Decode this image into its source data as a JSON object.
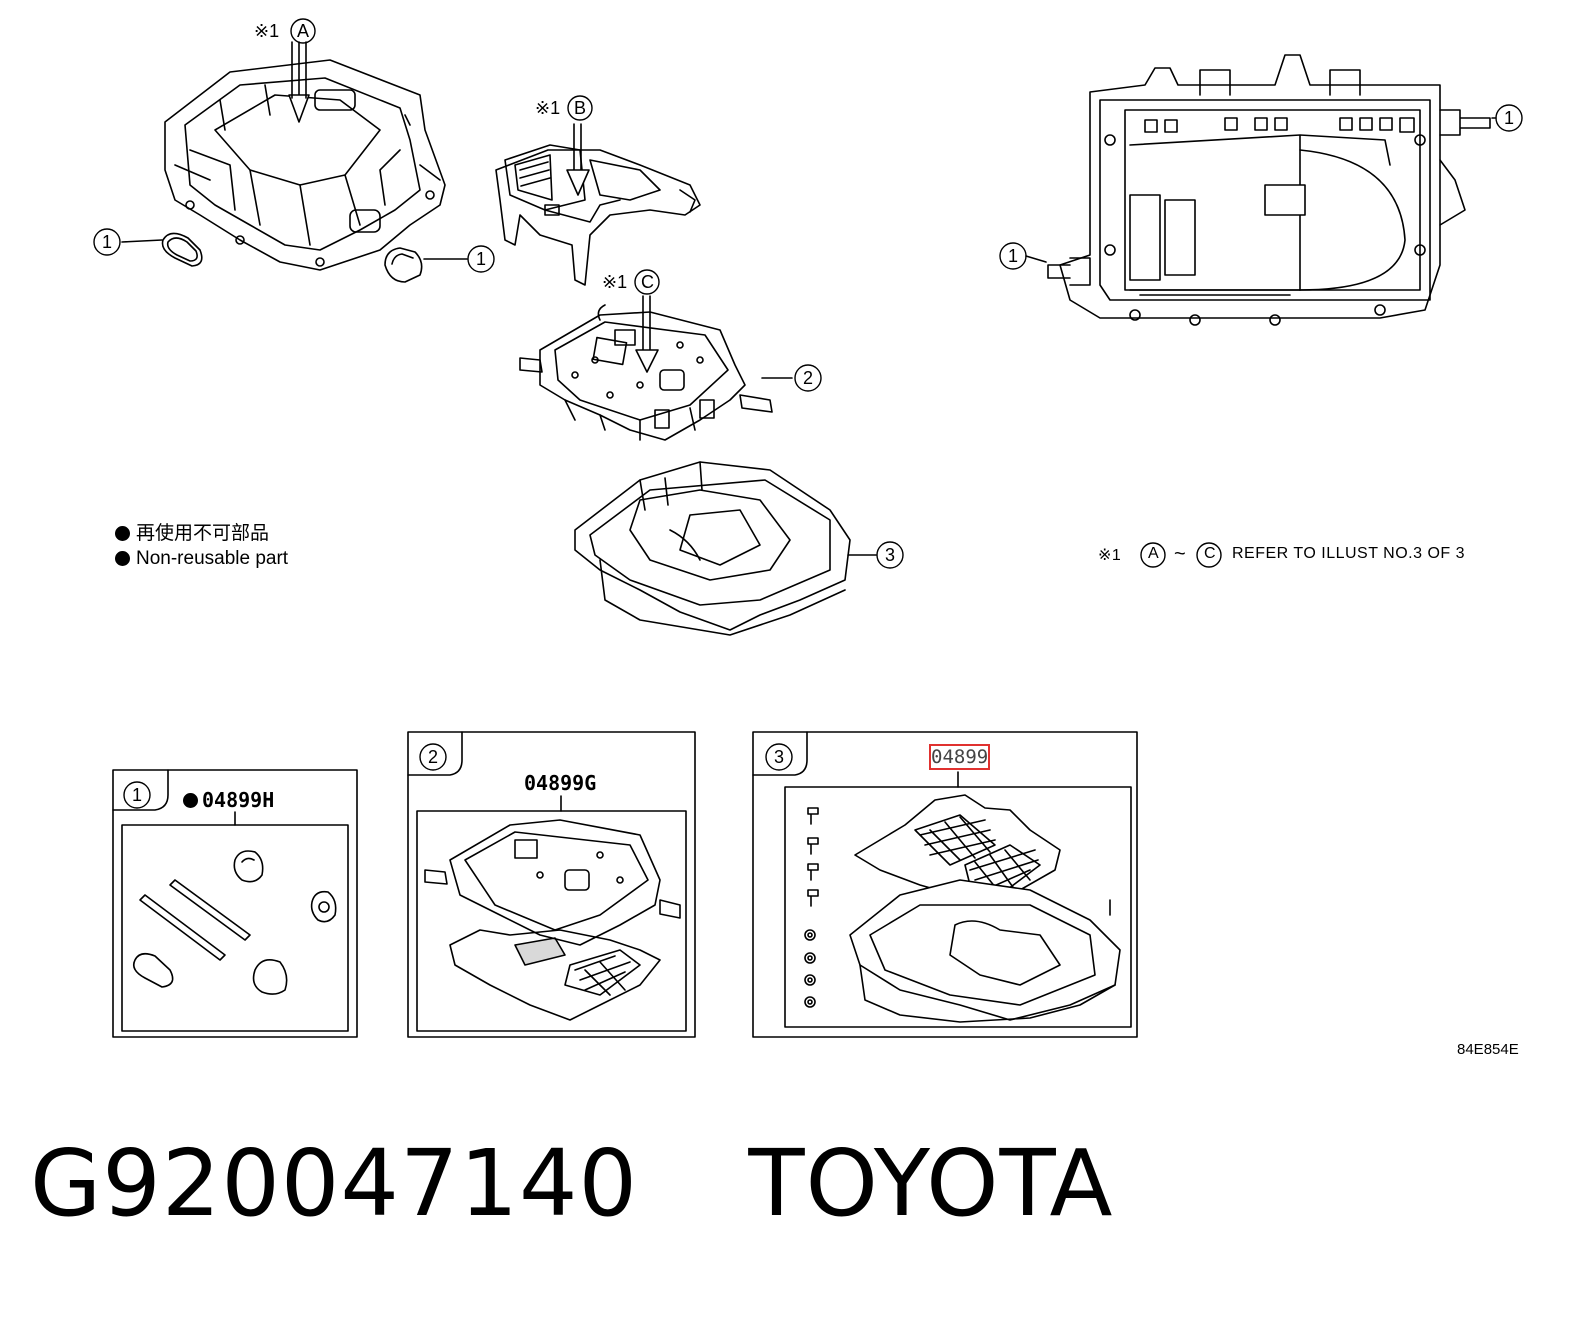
{
  "assembly_marker": "※1",
  "callout_letters": [
    "A",
    "B",
    "C"
  ],
  "callout_numbers": [
    "1",
    "2",
    "3"
  ],
  "legend": {
    "line_jp": "再使用不可部品",
    "line_en": "Non-reusable part"
  },
  "refer_note": {
    "mark": "※1",
    "from": "A",
    "tilde": "~",
    "to": "C",
    "text": "REFER TO ILLUST NO.3 OF 3"
  },
  "kits": [
    {
      "number": "1",
      "part_no": "04899H",
      "non_reusable": true
    },
    {
      "number": "2",
      "part_no": "04899G",
      "non_reusable": false
    },
    {
      "number": "3",
      "part_no": "04899",
      "non_reusable": false,
      "highlighted": true
    }
  ],
  "illustration_code": "84E854E",
  "page_title": {
    "part_number": "G920047140",
    "brand": "TOYOTA"
  },
  "colors": {
    "line": "#000000",
    "highlight": "#e0312f",
    "background": "#ffffff"
  }
}
